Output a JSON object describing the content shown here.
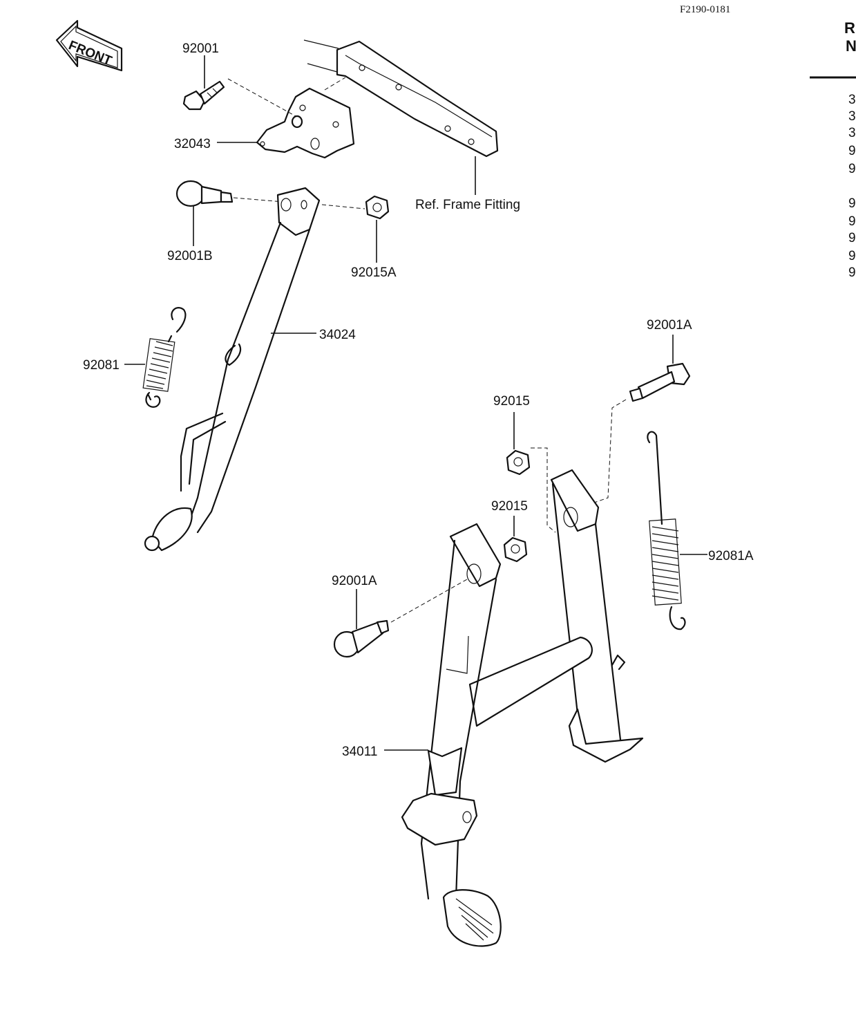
{
  "diagram_code": "F2190-0181",
  "front_label": "FRONT",
  "reference_note": "Ref. Frame Fitting",
  "part_labels": {
    "bolt_top": "92001",
    "bracket": "32043",
    "bolt_b": "92001B",
    "nut_a": "92015A",
    "side_stand": "34024",
    "spring_side": "92081",
    "bolt_a_right": "92001A",
    "nut_upper": "92015",
    "nut_lower": "92015",
    "bolt_a_left": "92001A",
    "spring_main": "92081A",
    "main_stand": "34011"
  },
  "table_edge": {
    "header_line1": "R",
    "header_line2": "N",
    "rows": [
      "3",
      "3",
      "3",
      "9",
      "9",
      "9",
      "9",
      "9",
      "9",
      "9"
    ]
  }
}
